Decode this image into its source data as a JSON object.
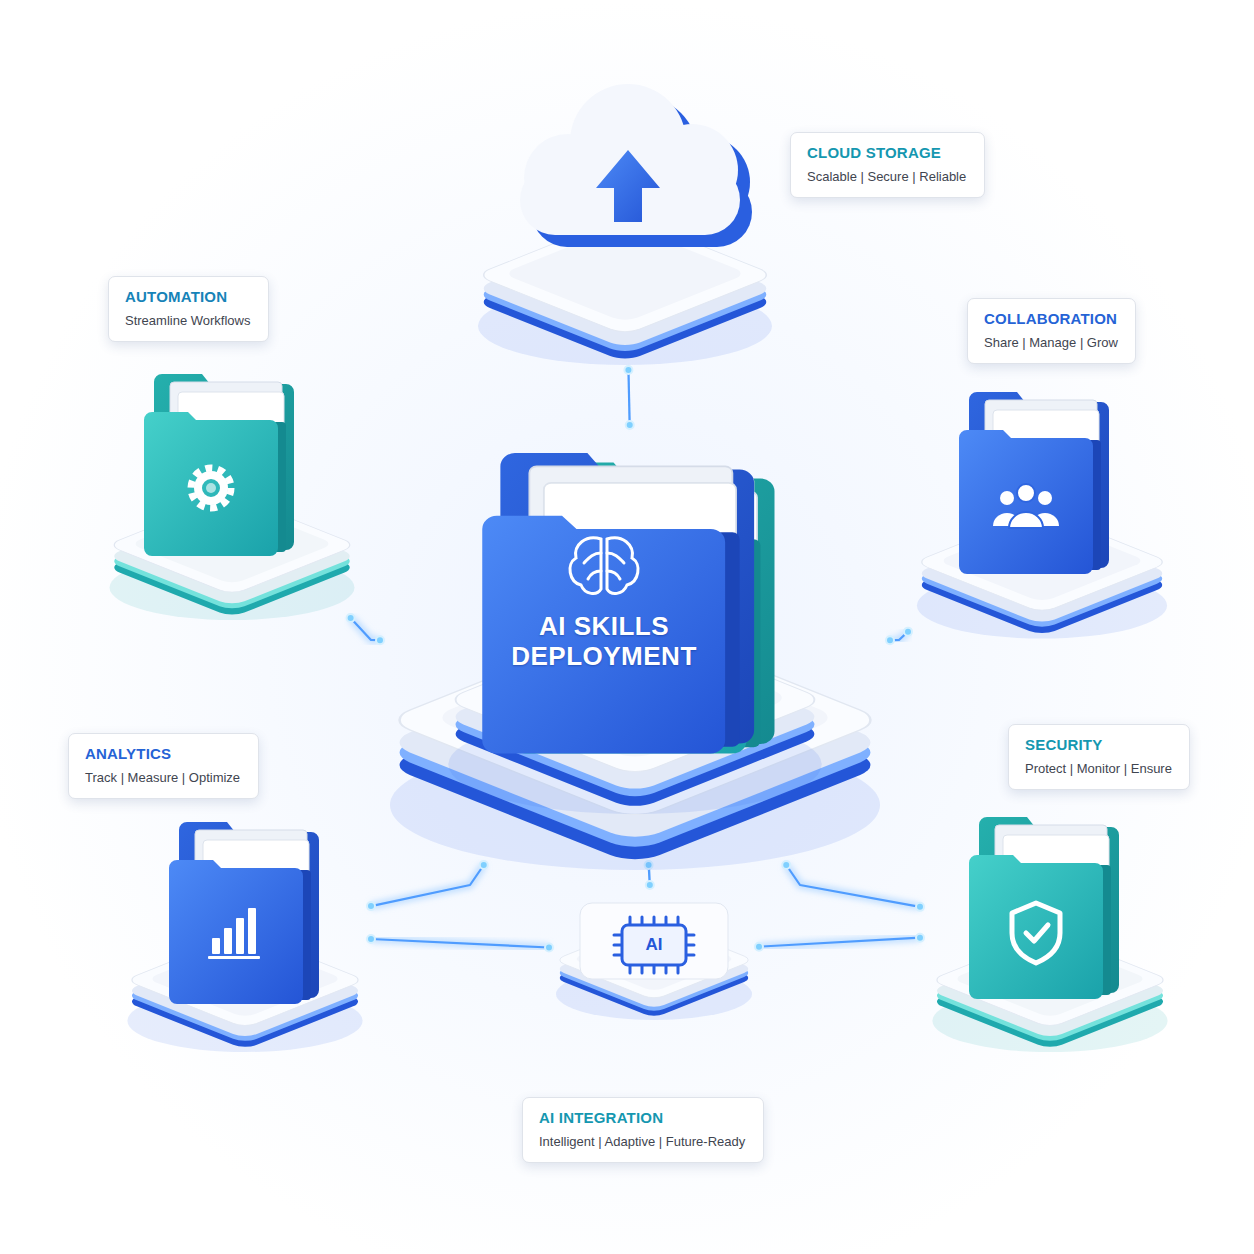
{
  "diagram": {
    "nodes": [
      {
        "text": [
          "CLOUD STORAGE",
          "Scalable | Secure | Reliable"
        ]
      },
      {
        "text": [
          "AUTOMATION",
          "Streamline Workflows"
        ]
      },
      {
        "text": [
          "COLLABORATION",
          "Share | Manage | Grow"
        ]
      },
      {
        "text": [
          "AI SKILLS DEPLOYMENT"
        ]
      },
      {
        "text": [
          "ANALYTICS",
          "Track | Measure | Optimize"
        ]
      },
      {
        "text": [
          "SECURITY",
          "Protect | Monitor | Ensure"
        ]
      },
      {
        "text": [
          "AI",
          "AI INTEGRATION",
          "Intelligent | Adaptive | Future-Ready"
        ]
      }
    ],
    "edges": [
      {
        "from": 3,
        "to": 0,
        "arrow": "none"
      },
      {
        "from": 1,
        "to": 3,
        "arrow": "none"
      },
      {
        "from": 3,
        "to": 2,
        "arrow": "none"
      },
      {
        "from": 3,
        "to": 4,
        "arrow": "none"
      },
      {
        "from": 3,
        "to": 5,
        "arrow": "none"
      },
      {
        "from": 3,
        "to": 6,
        "arrow": "none"
      },
      {
        "from": 6,
        "to": 4,
        "arrow": "none"
      },
      {
        "from": 6,
        "to": 5,
        "arrow": "none"
      }
    ]
  }
}
